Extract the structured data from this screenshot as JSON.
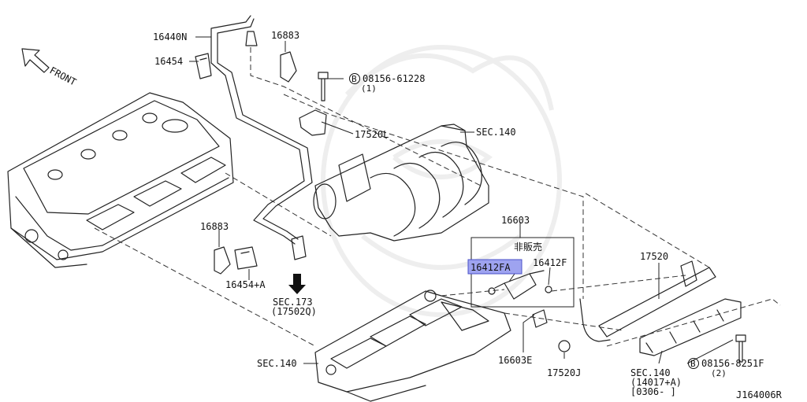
{
  "diagram": {
    "front_label": "FRONT",
    "drawing_code": "J164006R",
    "not_for_sale": "非販売",
    "parts": {
      "p16440N": "16440N",
      "p16454": "16454",
      "p16883_top": "16883",
      "p16883_left": "16883",
      "p16454A": "16454+A",
      "bolt1_code": "08156-61228",
      "bolt1_qty": "(1)",
      "p17520L": "17520L",
      "sec140_top": "SEC.140",
      "sec173": "SEC.173",
      "sec173_ref": "(17502Q)",
      "p16603": "16603",
      "p16412FA": "16412FA",
      "p16412F": "16412F",
      "p17520": "17520",
      "sec140_left": "SEC.140",
      "p16603E": "16603E",
      "p17520J": "17520J",
      "sec140_right": "SEC.140",
      "sec140_right_ref": "(14017+A)",
      "sec140_right_date": "[0306-  ]",
      "bolt2_code": "08156-8251F",
      "bolt2_qty": "(2)",
      "circle_b": "B"
    },
    "highlight_color": "#9ea3f0"
  }
}
